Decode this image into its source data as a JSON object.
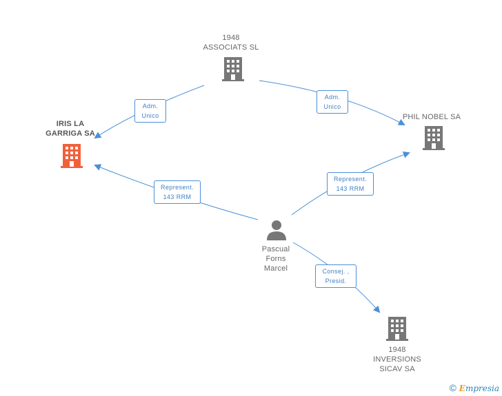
{
  "nodes": {
    "n1948_associats": {
      "label": "1948\nASSOCIATS SL",
      "icon": "building-icon"
    },
    "iris": {
      "label": "IRIS LA\nGARRIGA SA",
      "icon": "building-icon",
      "color": "#f2603a"
    },
    "phil_nobel": {
      "label": "PHIL NOBEL SA",
      "icon": "building-icon"
    },
    "pascual": {
      "label": "Pascual\nForns\nMarcel",
      "icon": "person-icon"
    },
    "n1948_inversions": {
      "label": "1948\nINVERSIONS\nSICAV SA",
      "icon": "building-icon"
    }
  },
  "edges": {
    "adm_iris": {
      "label": "Adm.\nUnico"
    },
    "adm_phil": {
      "label": "Adm.\nUnico"
    },
    "rep_iris": {
      "label": "Represent.\n143 RRM"
    },
    "rep_phil": {
      "label": "Represent.\n143 RRM"
    },
    "consej": {
      "label": "Consej. ,\nPresid."
    }
  },
  "colors": {
    "edge": "#4a8fd8",
    "node_icon": "#777777",
    "focus_icon": "#f2603a"
  },
  "footer": {
    "copyright": "©",
    "brand_first": "E",
    "brand_rest": "mpresia"
  }
}
